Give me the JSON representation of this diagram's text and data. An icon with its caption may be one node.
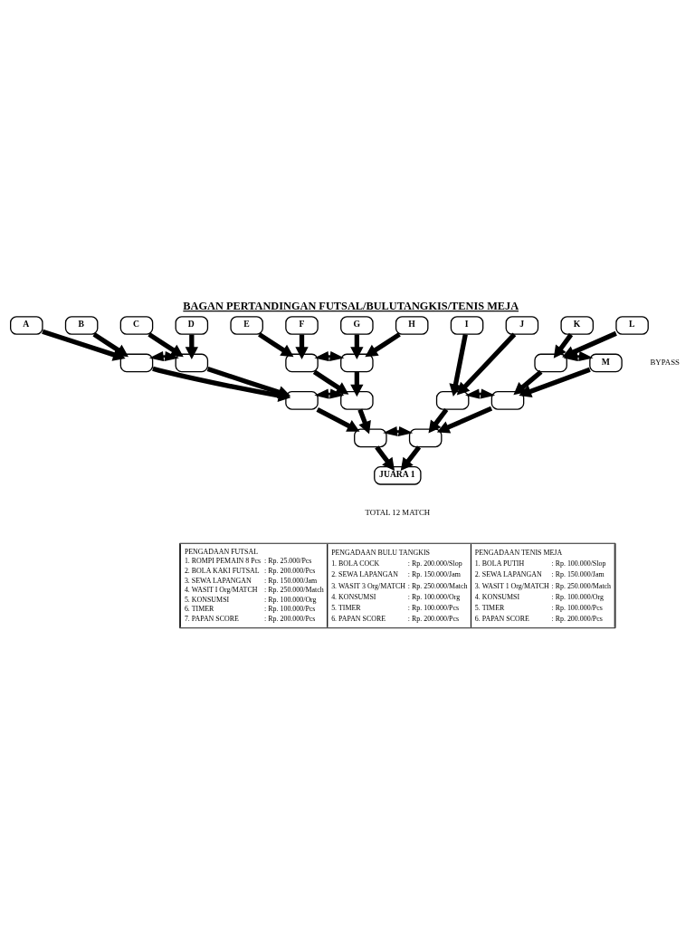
{
  "diagram": {
    "title": "BAGAN PERTANDINGAN FUTSAL/BULUTANGKIS/TENIS MEJA",
    "nodes": [
      {
        "text": [
          "A"
        ]
      },
      {
        "text": [
          "B"
        ]
      },
      {
        "text": [
          "C"
        ]
      },
      {
        "text": [
          "D"
        ]
      },
      {
        "text": [
          "E"
        ]
      },
      {
        "text": [
          "F"
        ]
      },
      {
        "text": [
          "G"
        ]
      },
      {
        "text": [
          "H"
        ]
      },
      {
        "text": [
          "I"
        ]
      },
      {
        "text": [
          "J"
        ]
      },
      {
        "text": [
          "K"
        ]
      },
      {
        "text": [
          "L"
        ]
      },
      {
        "text": [],
        "shape": "box"
      },
      {
        "text": [],
        "shape": "box"
      },
      {
        "text": [],
        "shape": "box"
      },
      {
        "text": [],
        "shape": "box"
      },
      {
        "text": [],
        "shape": "box"
      },
      {
        "text": [
          "M"
        ],
        "beside": [
          "BYPASS"
        ]
      },
      {
        "text": [],
        "shape": "box"
      },
      {
        "text": [],
        "shape": "box"
      },
      {
        "text": [],
        "shape": "box"
      },
      {
        "text": [],
        "shape": "box"
      },
      {
        "text": [],
        "shape": "box"
      },
      {
        "text": [],
        "shape": "box"
      },
      {
        "text": [
          "JUARA 1"
        ]
      }
    ],
    "edges": [
      {
        "from": 0,
        "to": 12,
        "arrow": "to"
      },
      {
        "from": 1,
        "to": 12,
        "arrow": "to"
      },
      {
        "from": 2,
        "to": 13,
        "arrow": "to"
      },
      {
        "from": 3,
        "to": 13,
        "arrow": "to"
      },
      {
        "from": 4,
        "to": 14,
        "arrow": "to"
      },
      {
        "from": 5,
        "to": 14,
        "arrow": "to"
      },
      {
        "from": 6,
        "to": 15,
        "arrow": "to"
      },
      {
        "from": 7,
        "to": 15,
        "arrow": "to"
      },
      {
        "from": 8,
        "to": 20,
        "arrow": "to"
      },
      {
        "from": 9,
        "to": 20,
        "arrow": "to"
      },
      {
        "from": 10,
        "to": 16,
        "arrow": "to"
      },
      {
        "from": 11,
        "to": 16,
        "arrow": "to"
      },
      {
        "from": 12,
        "to": 13,
        "arrow": "both"
      },
      {
        "from": 12,
        "to": 18,
        "arrow": "to"
      },
      {
        "from": 13,
        "to": 18,
        "arrow": "to"
      },
      {
        "from": 14,
        "to": 15,
        "arrow": "both"
      },
      {
        "from": 14,
        "to": 19,
        "arrow": "to"
      },
      {
        "from": 15,
        "to": 19,
        "arrow": "to"
      },
      {
        "from": 16,
        "to": 17,
        "arrow": "both"
      },
      {
        "from": 16,
        "to": 21,
        "arrow": "to"
      },
      {
        "from": 17,
        "to": 21,
        "arrow": "to"
      },
      {
        "from": 18,
        "to": 19,
        "arrow": "both"
      },
      {
        "from": 18,
        "to": 22,
        "arrow": "to"
      },
      {
        "from": 19,
        "to": 22,
        "arrow": "to"
      },
      {
        "from": 20,
        "to": 21,
        "arrow": "both"
      },
      {
        "from": 20,
        "to": 23,
        "arrow": "to"
      },
      {
        "from": 21,
        "to": 23,
        "arrow": "to"
      },
      {
        "from": 22,
        "to": 23,
        "arrow": "both"
      },
      {
        "from": 22,
        "to": 24,
        "arrow": "to"
      },
      {
        "from": 23,
        "to": 24,
        "arrow": "to"
      }
    ],
    "labels": [
      "TOTAL 12 MATCH",
      "PENGADAAN FUTSAL",
      "1. ROMPI PEMAIN 8 Pcs",
      ": Rp. 25.000/Pcs",
      "2. BOLA KAKI FUTSAL",
      ": Rp. 200.000/Pcs",
      "3. SEWA LAPANGAN",
      ": Rp. 150.000/Jam",
      "4. WASIT I Org/MATCH",
      ": Rp. 250.000/Match",
      "5. KONSUMSI",
      ": Rp. 100.000/Org",
      "6. TIMER",
      ": Rp. 100.000/Pcs",
      "7. PAPAN SCORE",
      ": Rp. 200.000/Pcs",
      "PENGADAAN BULU TANGKIS",
      "1. BOLA COCK",
      ": Rp. 200.000/Slop",
      "2. SEWA LAPANGAN",
      ": Rp. 150.000/Jam",
      "3. WASIT 3 Org/MATCH",
      ": Rp. 250.000/Match",
      "4. KONSUMSI",
      ": Rp. 100.000/Org",
      "5. TIMER",
      ": Rp. 100.000/Pcs",
      "6. PAPAN SCORE",
      ": Rp. 200.000/Pcs",
      "PENGADAAN TENIS MEJA",
      "1. BOLA PUTIH",
      ": Rp. 100.000/Slop",
      "2. SEWA LAPANGAN",
      ": Rp. 150.000/Jam",
      "3. WASIT 1 Org/MATCH",
      ": Rp. 250.000/Match",
      "4. KONSUMSI",
      ": Rp. 100.000/Org",
      "5. TIMER",
      ": Rp. 100.000/Pcs",
      "6. PAPAN SCORE",
      ": Rp. 200.000/Pcs"
    ]
  }
}
